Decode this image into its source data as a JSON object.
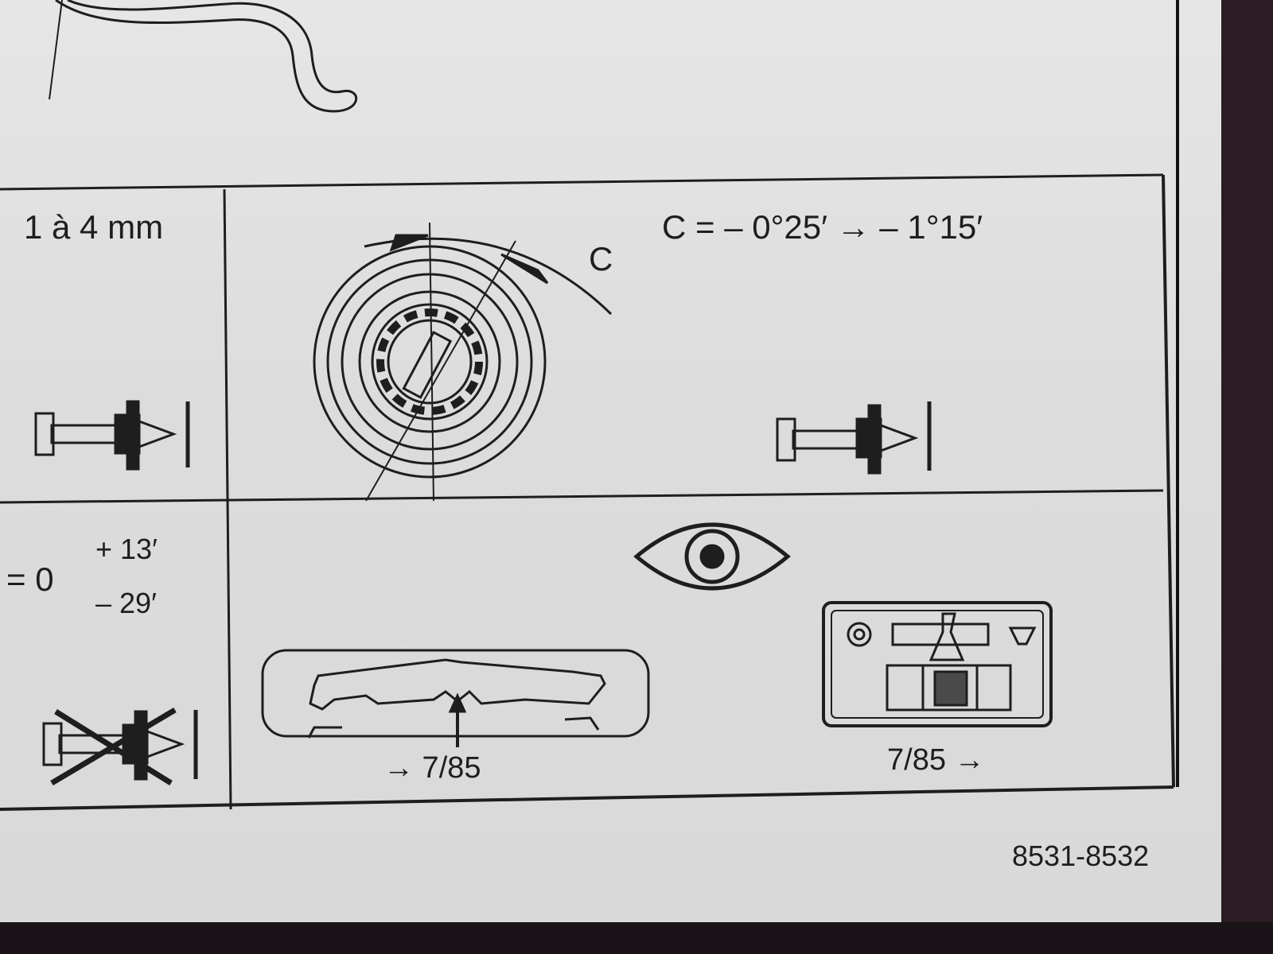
{
  "clearance": {
    "text": "1 à 4 mm"
  },
  "camber_label": {
    "text": "C"
  },
  "camber_range": {
    "text": "C = – 0°25′ → – 1°15′"
  },
  "toe": {
    "equals": "= 0",
    "upper": "+ 13′",
    "lower": "– 29′"
  },
  "gauge_ref": {
    "text": "→ 7/85"
  },
  "panel_ref": {
    "text": "7/85 →"
  },
  "page_code": {
    "text": "8531-8532"
  }
}
